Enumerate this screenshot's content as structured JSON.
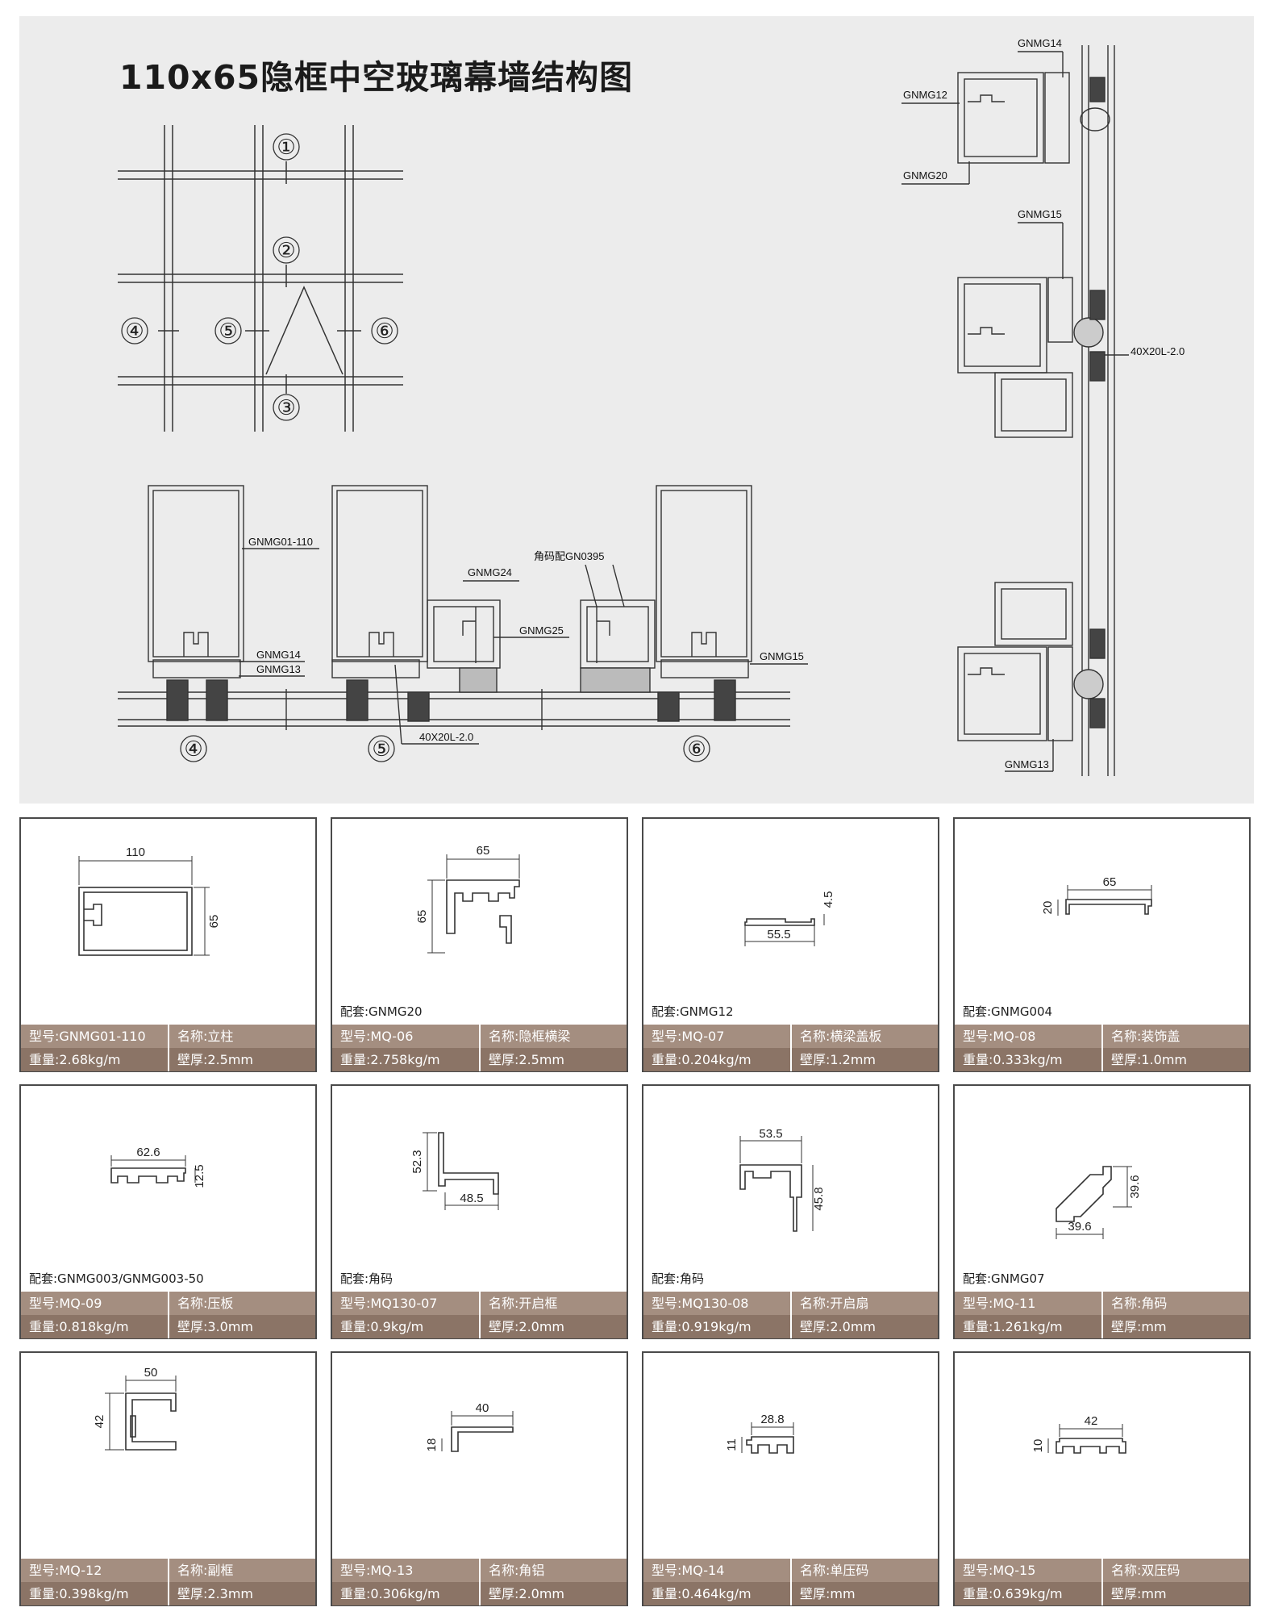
{
  "title": "110x65隐框中空玻璃幕墙结构图",
  "grid_labels": [
    "①",
    "②",
    "③",
    "④",
    "⑤",
    "⑥"
  ],
  "plan_labels": {
    "gnmg01": "GNMG01-110",
    "gnmg14": "GNMG14",
    "gnmg13": "GNMG13",
    "gnmg24": "GNMG24",
    "gnmg25": "GNMG25",
    "corner": "角码配GN0395",
    "gnmg15": "GNMG15",
    "spec": "40X20L-2.0",
    "num4": "④",
    "num5": "⑤",
    "num6": "⑥"
  },
  "section_labels": {
    "gnmg14": "GNMG14",
    "gnmg12": "GNMG12",
    "gnmg20": "GNMG20",
    "gnmg15": "GNMG15",
    "spec": "40X20L-2.0",
    "gnmg13": "GNMG13"
  },
  "products": [
    {
      "model": "型号:GNMG01-110",
      "name": "名称:立柱",
      "weight": "重量:2.68kg/m",
      "thickness": "壁厚:2.5mm",
      "match": "",
      "dims": [
        "110",
        "65"
      ]
    },
    {
      "model": "型号:MQ-06",
      "name": "名称:隐框横梁",
      "weight": "重量:2.758kg/m",
      "thickness": "壁厚:2.5mm",
      "match": "配套:GNMG20",
      "dims": [
        "65",
        "65"
      ]
    },
    {
      "model": "型号:MQ-07",
      "name": "名称:横梁盖板",
      "weight": "重量:0.204kg/m",
      "thickness": "壁厚:1.2mm",
      "match": "配套:GNMG12",
      "dims": [
        "4.5",
        "55.5"
      ]
    },
    {
      "model": "型号:MQ-08",
      "name": "名称:装饰盖",
      "weight": "重量:0.333kg/m",
      "thickness": "壁厚:1.0mm",
      "match": "配套:GNMG004",
      "dims": [
        "65",
        "20"
      ]
    },
    {
      "model": "型号:MQ-09",
      "name": "名称:压板",
      "weight": "重量:0.818kg/m",
      "thickness": "壁厚:3.0mm",
      "match": "配套:GNMG003/GNMG003-50",
      "dims": [
        "62.6",
        "12.5"
      ]
    },
    {
      "model": "型号:MQ130-07",
      "name": "名称:开启框",
      "weight": "重量:0.9kg/m",
      "thickness": "壁厚:2.0mm",
      "match": "配套:角码",
      "dims": [
        "52.3",
        "48.5"
      ]
    },
    {
      "model": "型号:MQ130-08",
      "name": "名称:开启扇",
      "weight": "重量:0.919kg/m",
      "thickness": "壁厚:2.0mm",
      "match": "配套:角码",
      "dims": [
        "53.5",
        "45.8"
      ]
    },
    {
      "model": "型号:MQ-11",
      "name": "名称:角码",
      "weight": "重量:1.261kg/m",
      "thickness": "壁厚:mm",
      "match": "配套:GNMG07",
      "dims": [
        "39.6",
        "39.6"
      ]
    },
    {
      "model": "型号:MQ-12",
      "name": "名称:副框",
      "weight": "重量:0.398kg/m",
      "thickness": "壁厚:2.3mm",
      "match": "",
      "dims": [
        "50",
        "42"
      ]
    },
    {
      "model": "型号:MQ-13",
      "name": "名称:角铝",
      "weight": "重量:0.306kg/m",
      "thickness": "壁厚:2.0mm",
      "match": "",
      "dims": [
        "40",
        "18"
      ]
    },
    {
      "model": "型号:MQ-14",
      "name": "名称:单压码",
      "weight": "重量:0.464kg/m",
      "thickness": "壁厚:mm",
      "match": "",
      "dims": [
        "28.8",
        "11"
      ]
    },
    {
      "model": "型号:MQ-15",
      "name": "名称:双压码",
      "weight": "重量:0.639kg/m",
      "thickness": "壁厚:mm",
      "match": "",
      "dims": [
        "42",
        "10"
      ]
    }
  ]
}
